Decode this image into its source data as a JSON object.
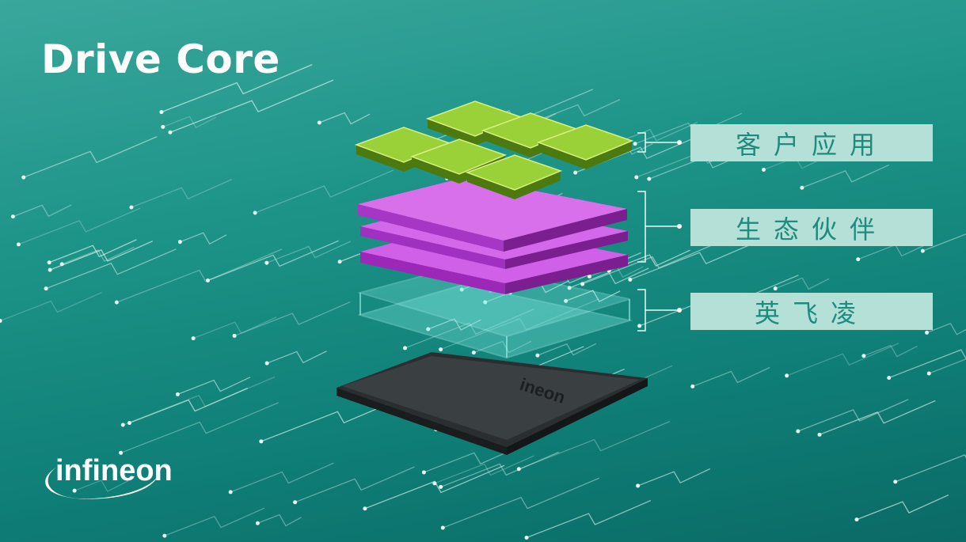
{
  "title": "Drive Core",
  "layers": [
    {
      "label": "客户应用",
      "color": "#8cc63f"
    },
    {
      "label": "生态伙伴",
      "color": "#c040d8"
    },
    {
      "label": "英飞凌",
      "color": "#7fe8e0"
    }
  ],
  "chip_marking": "ineon",
  "logo": "infineon",
  "colors": {
    "label_bg": "#b5e0d8",
    "label_text": "#1f8a7e"
  }
}
